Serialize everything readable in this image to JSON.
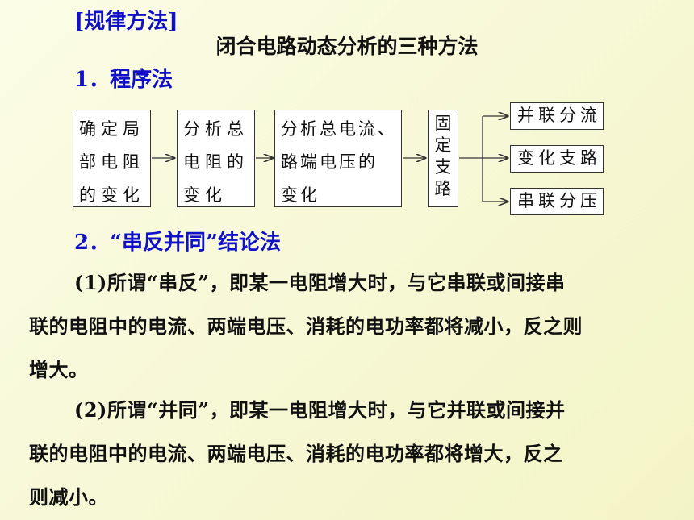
{
  "section_tag": "[规律方法]",
  "main_title": "闭合电路动态分析的三种方法",
  "heading1": "1．程序法",
  "flow": {
    "box1": [
      "确定局",
      "部电阻",
      "的变化"
    ],
    "box2": [
      "分析总",
      "电阻的",
      "变化"
    ],
    "box3": [
      "分析总电流、",
      "路端电压的",
      "变化"
    ],
    "box4": [
      "固",
      "定",
      "支",
      "路"
    ],
    "results": [
      "并联分流",
      "变化支路",
      "串联分压"
    ]
  },
  "heading2": "2．“串反并同”结论法",
  "para1": {
    "lines": [
      "(1)所谓“串反”，即某一电阻增大时，与它串联或间接串",
      "联的电阻中的电流、两端电压、消耗的电功率都将减小，反之则",
      "增大。"
    ]
  },
  "para2": {
    "lines": [
      "(2)所谓“并同”，即某一电阻增大时，与它并联或间接并",
      "联的电阻中的电流、两端电压、消耗的电功率都将增大，反之",
      "则减小。"
    ]
  },
  "colors": {
    "heading": "#1010c8",
    "text": "#111111",
    "background": "#f7f8d6"
  }
}
